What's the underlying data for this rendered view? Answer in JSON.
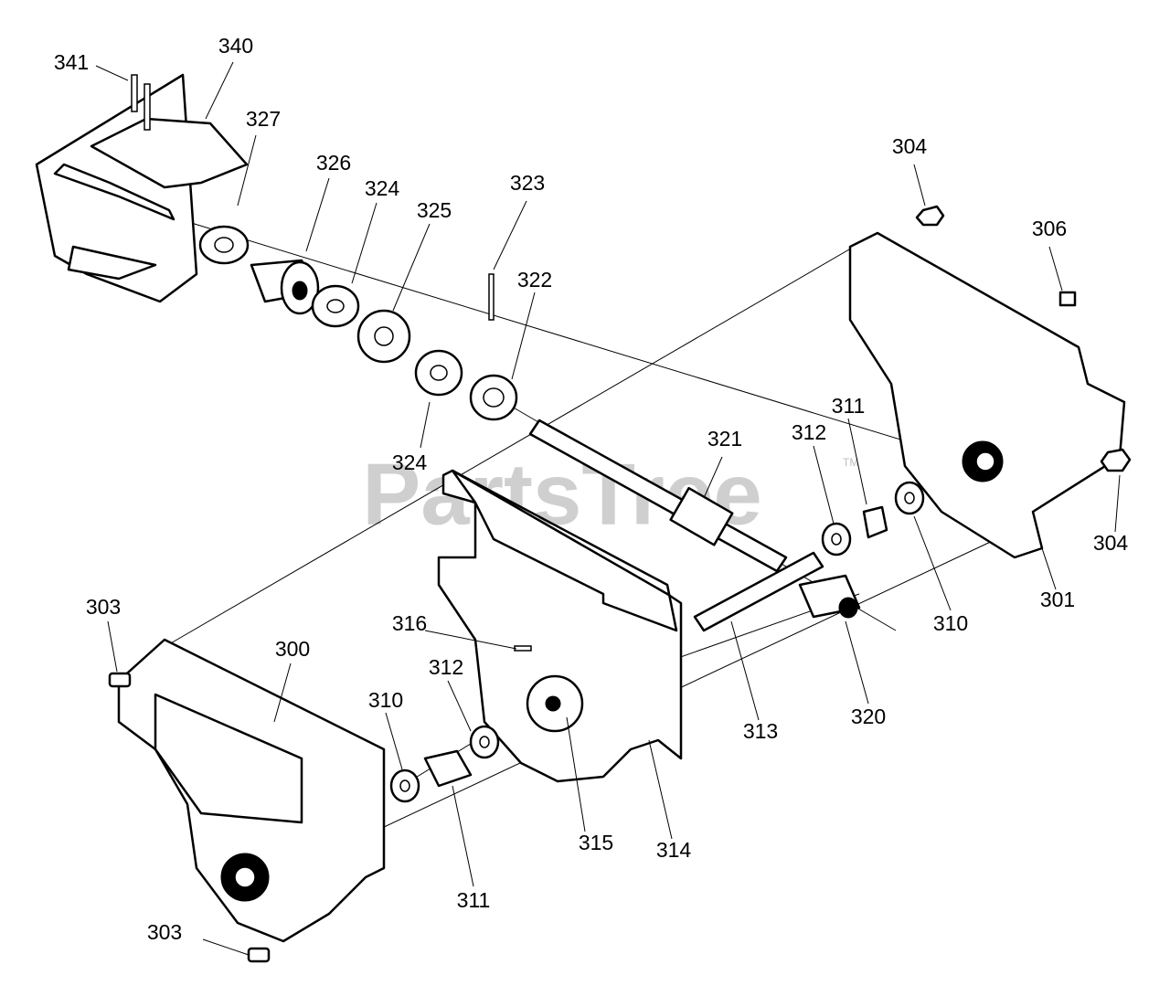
{
  "watermark": {
    "text": "PartsTree",
    "trademark": "TM"
  },
  "labels": [
    {
      "id": "341",
      "text": "341"
    },
    {
      "id": "340",
      "text": "340"
    },
    {
      "id": "327",
      "text": "327"
    },
    {
      "id": "326",
      "text": "326"
    },
    {
      "id": "324a",
      "text": "324"
    },
    {
      "id": "325",
      "text": "325"
    },
    {
      "id": "323",
      "text": "323"
    },
    {
      "id": "322",
      "text": "322"
    },
    {
      "id": "324b",
      "text": "324"
    },
    {
      "id": "304a",
      "text": "304"
    },
    {
      "id": "306",
      "text": "306"
    },
    {
      "id": "321",
      "text": "321"
    },
    {
      "id": "312a",
      "text": "312"
    },
    {
      "id": "311a",
      "text": "311"
    },
    {
      "id": "304b",
      "text": "304"
    },
    {
      "id": "301",
      "text": "301"
    },
    {
      "id": "310a",
      "text": "310"
    },
    {
      "id": "303a",
      "text": "303"
    },
    {
      "id": "300",
      "text": "300"
    },
    {
      "id": "316",
      "text": "316"
    },
    {
      "id": "312b",
      "text": "312"
    },
    {
      "id": "310b",
      "text": "310"
    },
    {
      "id": "313",
      "text": "313"
    },
    {
      "id": "320",
      "text": "320"
    },
    {
      "id": "315",
      "text": "315"
    },
    {
      "id": "314",
      "text": "314"
    },
    {
      "id": "311b",
      "text": "311"
    },
    {
      "id": "303b",
      "text": "303"
    }
  ]
}
